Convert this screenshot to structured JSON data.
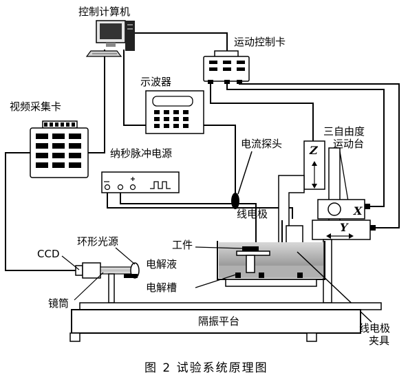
{
  "labels": {
    "computer": "控制计算机",
    "motion_card": "运动控制卡",
    "oscilloscope": "示波器",
    "video_card": "视频采集卡",
    "ns_power": "纳秒脉冲电源",
    "current_probe": "电流探头",
    "three_dof_stage_l1": "三自由度",
    "three_dof_stage_l2": "运动台",
    "wire_electrode": "线电极",
    "workpiece": "工件",
    "ccd": "CCD",
    "ring_light": "环形光源",
    "electrolyte": "电解液",
    "tank": "电解槽",
    "tube": "镜筒",
    "platform": "隔振平台",
    "fixture_l1": "线电极",
    "fixture_l2": "夹具",
    "axis_z": "Z",
    "axis_x": "X",
    "axis_y": "Y"
  },
  "caption": "图 2   试验系统原理图"
}
